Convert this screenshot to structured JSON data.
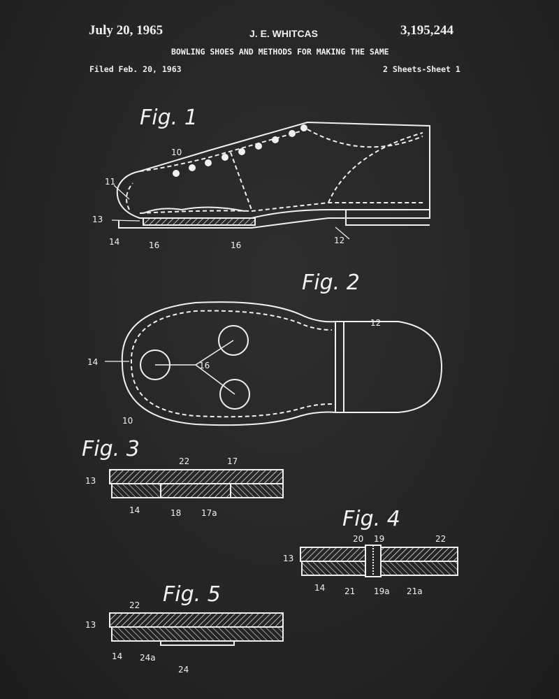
{
  "header": {
    "date": "July 20, 1965",
    "inventor": "J. E. WHITCAS",
    "patent_number": "3,195,244",
    "title": "BOWLING SHOES AND METHODS FOR MAKING THE SAME",
    "filed": "Filed Feb. 20, 1963",
    "sheets": "2 Sheets-Sheet 1"
  },
  "figures": {
    "fig1": {
      "title": "Fig. 1",
      "labels": [
        "10",
        "11",
        "13",
        "14",
        "16",
        "16",
        "12"
      ]
    },
    "fig2": {
      "title": "Fig. 2",
      "labels": [
        "12",
        "14",
        "16",
        "10"
      ]
    },
    "fig3": {
      "title": "Fig. 3",
      "labels": [
        "22",
        "17",
        "13",
        "14",
        "18",
        "17a"
      ]
    },
    "fig4": {
      "title": "Fig. 4",
      "labels": [
        "20",
        "19",
        "22",
        "13",
        "14",
        "21",
        "19a",
        "21a"
      ]
    },
    "fig5": {
      "title": "Fig. 5",
      "labels": [
        "22",
        "13",
        "14",
        "24a",
        "24"
      ]
    }
  },
  "colors": {
    "background": "#262626",
    "ink": "#f0f0f0"
  }
}
